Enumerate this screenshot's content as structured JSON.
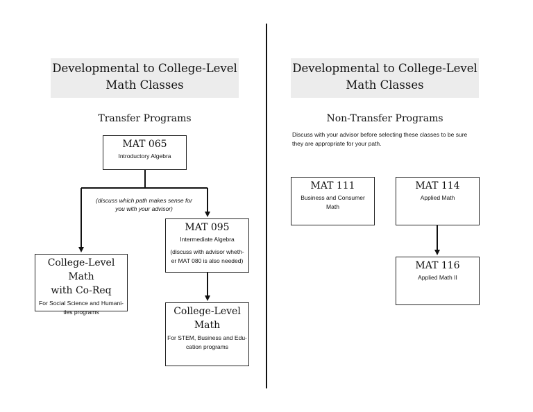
{
  "left": {
    "heading_line1": "Developmental to College-Level",
    "heading_line2": "Math Classes",
    "section_title": "Transfer Programs",
    "mat065": {
      "code": "MAT 065",
      "name": "Introductory Algebra"
    },
    "branch_note_line1": "(discuss which path makes sense for",
    "branch_note_line2": "you with your advisor)",
    "mat095": {
      "code": "MAT 095",
      "name": "Intermediate Algebra",
      "note_line1": "(discuss with advisor wheth-",
      "note_line2": "er MAT 080 is also needed)"
    },
    "coreq": {
      "title_line1": "College-Level Math",
      "title_line2": "with Co-Req",
      "desc_line1": "For Social Science and Humani-",
      "desc_line2": "ties programs"
    },
    "college": {
      "title": "College-Level Math",
      "desc_line1": "For STEM, Business and Edu-",
      "desc_line2": "cation programs"
    }
  },
  "right": {
    "heading_line1": "Developmental to College-Level",
    "heading_line2": "Math Classes",
    "section_title": "Non-Transfer Programs",
    "advice_line1": "Discuss with your advisor before selecting these classes to be sure",
    "advice_line2": "they are appropriate for your path.",
    "mat111": {
      "code": "MAT 111",
      "name_line1": "Business and Consumer",
      "name_line2": "Math"
    },
    "mat114": {
      "code": "MAT 114",
      "name": "Applied Math"
    },
    "mat116": {
      "code": "MAT 116",
      "name": "Applied Math II"
    }
  }
}
